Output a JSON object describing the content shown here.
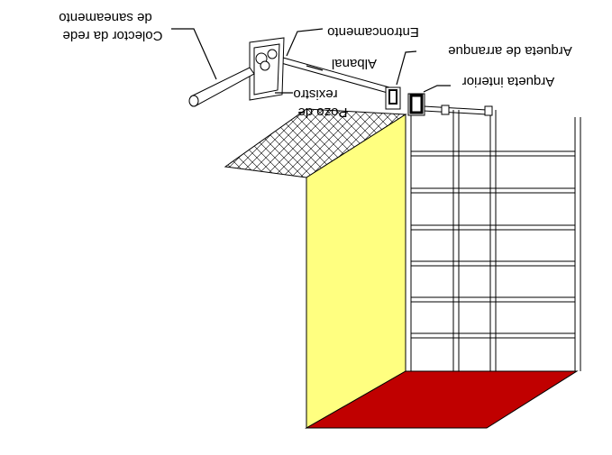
{
  "labels": {
    "colector_line1": "Colector da rede",
    "colector_line2": "de saneamento",
    "entroncamento": "Entroncamento",
    "albanal": "Albanal",
    "arqueta_arranque": "Arqueta de arranque",
    "arqueta_interior": "Arqueta interior",
    "pozo_line1": "Pozo de",
    "pozo_line2": "rexistro"
  },
  "colors": {
    "wall_face": "#ffff80",
    "floor": "#c00000",
    "line": "#000000",
    "background": "#ffffff"
  },
  "notes": {
    "orientation": "image is mirrored (horizontally and vertically flipped text)"
  }
}
